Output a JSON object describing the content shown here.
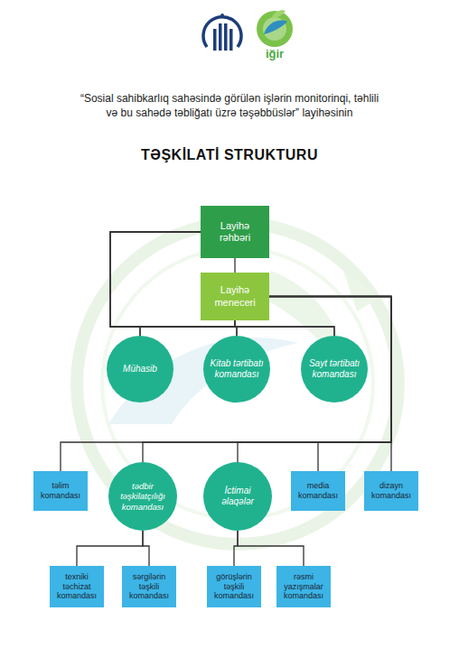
{
  "diagram": {
    "title": "TƏŞKİLATİ STRUKTURU",
    "nodes": [
      {
        "text": [
          "Layihə rəhbəri"
        ]
      },
      {
        "text": [
          "Layihə meneceri"
        ]
      },
      {
        "text": [
          "Mühasib"
        ]
      },
      {
        "text": [
          "Kitab tərtibatı komandası"
        ]
      },
      {
        "text": [
          "Sayt tərtibatı komandası"
        ]
      },
      {
        "text": [
          "təlim komandası"
        ]
      },
      {
        "text": [
          "tədbir təşkilatçılığı komandası"
        ]
      },
      {
        "text": [
          "İctimai əlaqələr"
        ]
      },
      {
        "text": [
          "media komandası"
        ]
      },
      {
        "text": [
          "dizayn komandası"
        ]
      },
      {
        "text": [
          "texniki təchizat komandası"
        ]
      },
      {
        "text": [
          "sərgilərin təşkili komandası"
        ]
      },
      {
        "text": [
          "görüşlərin təşkili komandası"
        ]
      },
      {
        "text": [
          "rəsmi yazışmalar komandası"
        ]
      }
    ],
    "edges": [
      {
        "from": 0,
        "to": 1,
        "arrow": "none"
      },
      {
        "from": 0,
        "to": 2,
        "arrow": "none"
      },
      {
        "from": 0,
        "to": 3,
        "arrow": "none"
      },
      {
        "from": 0,
        "to": 4,
        "arrow": "none"
      },
      {
        "from": 1,
        "to": 2,
        "arrow": "none"
      },
      {
        "from": 1,
        "to": 3,
        "arrow": "none"
      },
      {
        "from": 1,
        "to": 4,
        "arrow": "none"
      },
      {
        "from": 1,
        "to": 5,
        "arrow": "none"
      },
      {
        "from": 1,
        "to": 6,
        "arrow": "none"
      },
      {
        "from": 1,
        "to": 7,
        "arrow": "none"
      },
      {
        "from": 1,
        "to": 8,
        "arrow": "none"
      },
      {
        "from": 1,
        "to": 9,
        "arrow": "none"
      },
      {
        "from": 6,
        "to": 10,
        "arrow": "none"
      },
      {
        "from": 6,
        "to": 11,
        "arrow": "none"
      },
      {
        "from": 7,
        "to": 12,
        "arrow": "none"
      },
      {
        "from": 7,
        "to": 13,
        "arrow": "none"
      }
    ],
    "labels": [
      "iğir",
      "“Sosial sahibkarlıq sahəsində görülən işlərin monitorinqi, təhlili və bu sahədə təbliğatı üzrə təşəbbüslər” layihəsinin"
    ]
  }
}
